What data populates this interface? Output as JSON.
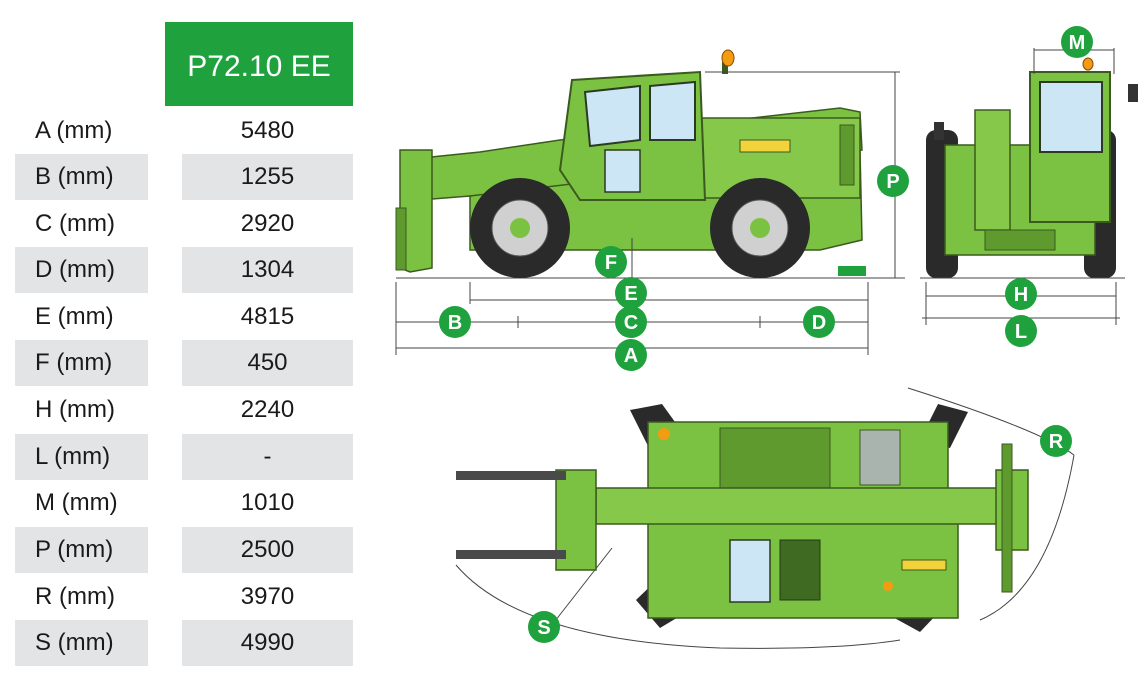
{
  "model": "P72.10 EE",
  "specs": [
    {
      "label": "A (mm)",
      "value": "5480"
    },
    {
      "label": "B (mm)",
      "value": "1255"
    },
    {
      "label": "C (mm)",
      "value": "2920"
    },
    {
      "label": "D (mm)",
      "value": "1304"
    },
    {
      "label": "E (mm)",
      "value": "4815"
    },
    {
      "label": "F (mm)",
      "value": "450"
    },
    {
      "label": "H (mm)",
      "value": "2240"
    },
    {
      "label": "L (mm)",
      "value": "-"
    },
    {
      "label": "M (mm)",
      "value": "1010"
    },
    {
      "label": "P (mm)",
      "value": "2500"
    },
    {
      "label": "R (mm)",
      "value": "3970"
    },
    {
      "label": "S (mm)",
      "value": "4990"
    }
  ],
  "badges": {
    "a": "A",
    "b": "B",
    "c": "C",
    "d": "D",
    "e": "E",
    "f": "F",
    "h": "H",
    "l": "L",
    "m": "M",
    "p": "P",
    "r": "R",
    "s": "S"
  },
  "colors": {
    "brand_green": "#1fa23e",
    "machine_green": "#7cc242",
    "machine_dark": "#3b5a1e",
    "row_shade": "#e3e4e6"
  }
}
